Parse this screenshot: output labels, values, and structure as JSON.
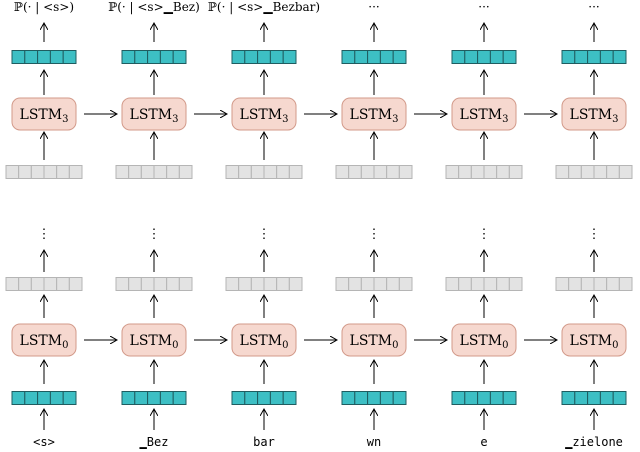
{
  "lstm_label": "LSTM",
  "layers": {
    "top": "3",
    "bottom": "0"
  },
  "vertical_ellipsis": "⋮",
  "columns": [
    {
      "token": "<s>",
      "output": "ℙ(· | <s>)"
    },
    {
      "token": "▁Bez",
      "output": "ℙ(· | <s>▁Bez)"
    },
    {
      "token": "bar",
      "output": "ℙ(· | <s>▁Bezbar)"
    },
    {
      "token": "wn",
      "output": "···"
    },
    {
      "token": "e",
      "output": "···"
    },
    {
      "token": "▁zielone",
      "output": "···"
    }
  ],
  "colors": {
    "embedding": "#3dbfc4",
    "hidden": "#e3e3e3",
    "lstm_fill": "#f6d8cf",
    "lstm_stroke": "#d39a8a"
  }
}
